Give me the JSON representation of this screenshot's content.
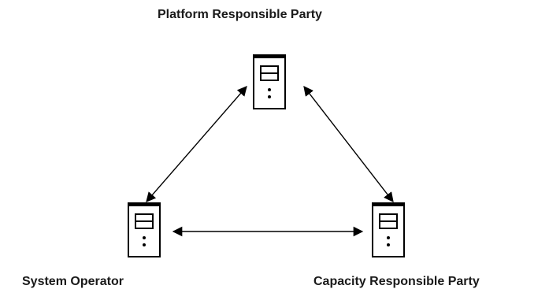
{
  "diagram": {
    "nodes": [
      {
        "id": "platform",
        "label": "Platform Responsible Party",
        "icon": "server-icon"
      },
      {
        "id": "operator",
        "label": "System Operator",
        "icon": "server-icon"
      },
      {
        "id": "capacity",
        "label": "Capacity Responsible Party",
        "icon": "server-icon"
      }
    ],
    "connections": [
      {
        "from": "platform",
        "to": "operator",
        "direction": "bidirectional"
      },
      {
        "from": "platform",
        "to": "capacity",
        "direction": "bidirectional"
      },
      {
        "from": "operator",
        "to": "capacity",
        "direction": "bidirectional"
      }
    ],
    "colors": {
      "stroke": "#000000",
      "fill": "#ffffff",
      "text": "#1a1a1a"
    }
  }
}
